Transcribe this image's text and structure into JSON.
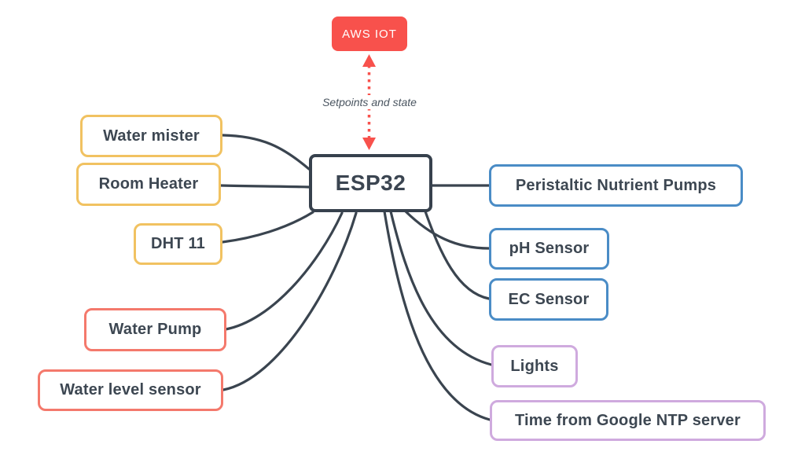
{
  "canvas": {
    "background": "#ffffff"
  },
  "center_node": {
    "label": "ESP32"
  },
  "cloud_node": {
    "label": "AWS IOT"
  },
  "arrow": {
    "label": "Setpoints and state",
    "color": "#f8514c",
    "style": "dotted-double-arrow"
  },
  "nodes": {
    "left": [
      {
        "label": "Water mister",
        "border_color": "#f1c261"
      },
      {
        "label": "Room Heater",
        "border_color": "#f1c261"
      },
      {
        "label": "DHT 11",
        "border_color": "#f1c261"
      },
      {
        "label": "Water Pump",
        "border_color": "#f4796c"
      },
      {
        "label": "Water level sensor",
        "border_color": "#f4796c"
      }
    ],
    "right": [
      {
        "label": "Peristaltic Nutrient Pumps",
        "border_color": "#4a8cc6"
      },
      {
        "label": "pH Sensor",
        "border_color": "#4a8cc6"
      },
      {
        "label": "EC Sensor",
        "border_color": "#4a8cc6"
      },
      {
        "label": "Lights",
        "border_color": "#cfaade"
      },
      {
        "label": "Time from Google NTP server",
        "border_color": "#cfaade"
      }
    ]
  },
  "colors": {
    "connector": "#3a444f",
    "node_text": "#3d4752",
    "center_border": "#37414d",
    "cloud_fill": "#f8514c",
    "cloud_text": "#ffffff",
    "arrow_label_text": "#4a5560"
  }
}
